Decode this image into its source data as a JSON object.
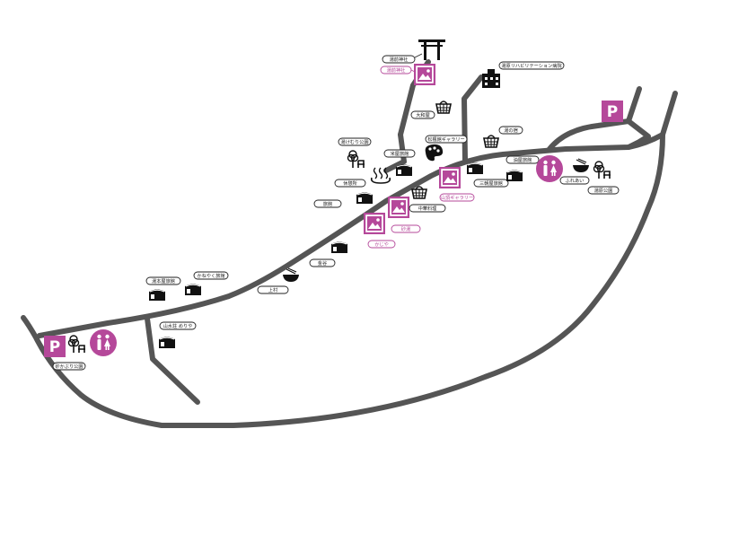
{
  "colors": {
    "road": "#555555",
    "accent": "#b5489a",
    "ink": "#111111",
    "background": "#ffffff"
  },
  "parking": {
    "label": "P"
  },
  "labels": {
    "shrine": "湯前神社",
    "shrine_gallery": "湯前神社",
    "rehab_center": "湯原リハビリテーション病院",
    "store_ohashi": "大和屋",
    "store_yunoyado": "湯の宿",
    "gallery_a": "松楓館ギャラリー",
    "park_a": "湯けむり公園",
    "kyuko": "休憩所",
    "ryokan_a": "米屋旅館",
    "ryokan_b": "旅館",
    "gallery_b": "山頂ギャラリー",
    "gallery_c": "砂湯",
    "shop_naka": "中華料理",
    "gallery_d": "かじや",
    "ryokan_c": "三朝屋旅館",
    "ryokan_d": "油屋旅館",
    "shop_river": "ふれあい",
    "park_b": "湯原公園",
    "shop_kame": "金谷",
    "noodle": "上村",
    "ryokan_e": "湯本屋旅館",
    "ryokan_f": "かねやく旅館",
    "ryokan_g": "山水荘 めりや",
    "park_c": "砂かぶり公園"
  },
  "icons": [
    "torii-icon",
    "gallery-icon",
    "hospital-icon",
    "shop-basket-icon",
    "ryokan-icon",
    "onsen-icon",
    "park-icon",
    "palette-icon",
    "noodle-icon",
    "parking-icon",
    "restroom-icon"
  ]
}
